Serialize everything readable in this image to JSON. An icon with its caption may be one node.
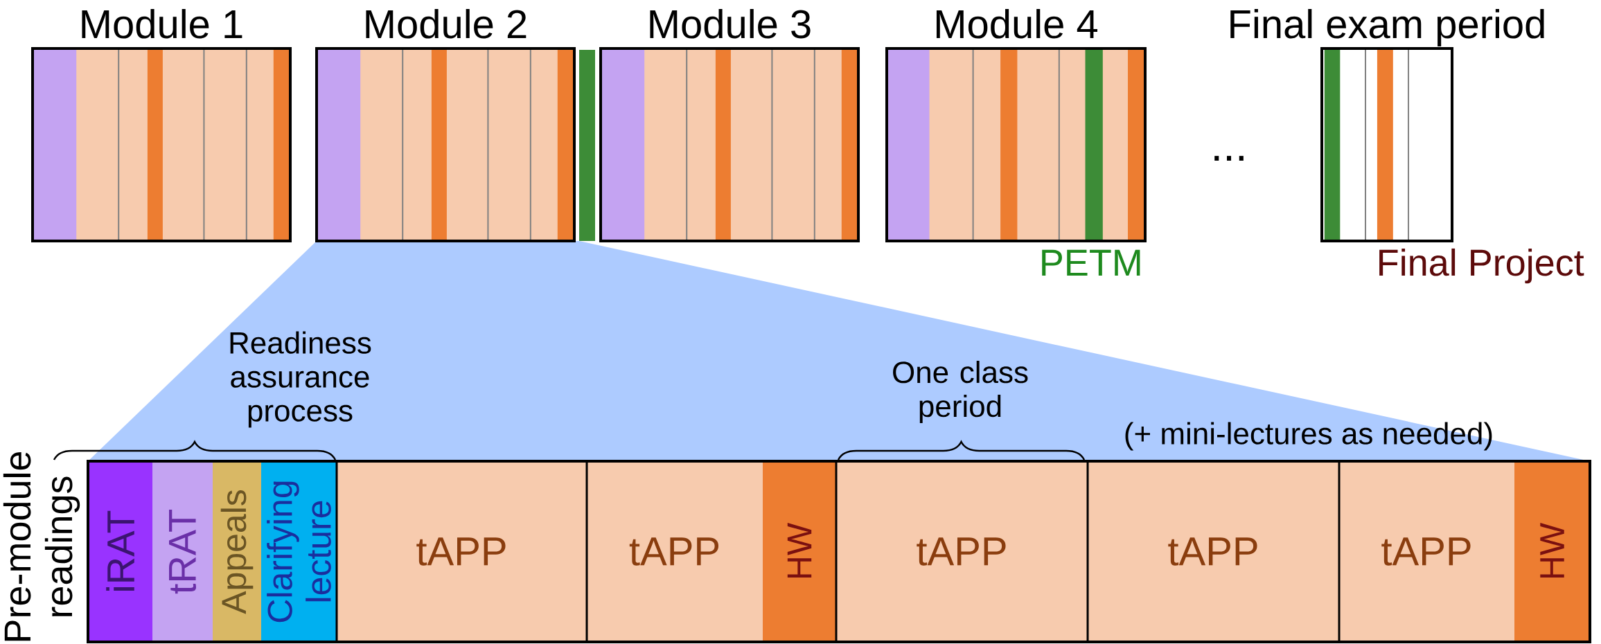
{
  "diagram": {
    "nodes": [
      {
        "text": [
          "Module 1"
        ]
      },
      {
        "text": [
          "Module 2"
        ]
      },
      {
        "text": [],
        "shape": "bar"
      },
      {
        "text": [
          "Module 3"
        ]
      },
      {
        "text": [
          "Module 4"
        ],
        "beside": [
          "PETM"
        ]
      },
      {
        "text": [
          "Final exam period"
        ],
        "beside": [
          "Final Project"
        ]
      },
      {
        "text": [
          "iRAT"
        ]
      },
      {
        "text": [
          "tRAT"
        ]
      },
      {
        "text": [
          "Appeals"
        ]
      },
      {
        "text": [
          "Clarifying lecture"
        ]
      },
      {
        "text": [
          "tAPP"
        ]
      },
      {
        "text": [
          "tAPP"
        ]
      },
      {
        "text": [
          "HW"
        ]
      },
      {
        "text": [
          "tAPP"
        ]
      },
      {
        "text": [
          "tAPP"
        ]
      },
      {
        "text": [
          "tAPP"
        ]
      },
      {
        "text": [
          "HW"
        ]
      }
    ],
    "labels": [
      "...",
      "Readiness assurance process",
      "Pre-module readings",
      "One class period",
      "(+ mini-lectures as needed)"
    ]
  }
}
